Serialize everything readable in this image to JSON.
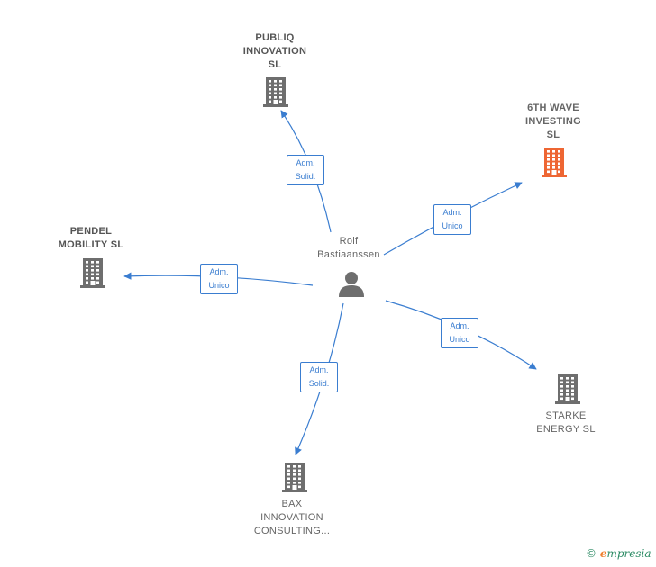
{
  "colors": {
    "edge": "#3a7dd0",
    "company": "#6e6e6e",
    "company_accent": "#ee6633",
    "person": "#6e6e6e"
  },
  "person": {
    "name_lines": [
      "Rolf",
      "Bastiaanssen"
    ],
    "icon": "person-icon"
  },
  "companies": [
    {
      "id": "publiq",
      "name_lines": [
        "PUBLIQ",
        "INNOVATION",
        "SL"
      ],
      "accent": false,
      "icon": "building-icon"
    },
    {
      "id": "sixthwave",
      "name_lines": [
        "6TH WAVE",
        "INVESTING",
        "SL"
      ],
      "accent": true,
      "icon": "building-icon"
    },
    {
      "id": "pendel",
      "name_lines": [
        "PENDEL",
        "MOBILITY  SL"
      ],
      "accent": false,
      "icon": "building-icon"
    },
    {
      "id": "starke",
      "name_lines": [
        "STARKE",
        "ENERGY  SL"
      ],
      "accent": false,
      "icon": "building-icon"
    },
    {
      "id": "bax",
      "name_lines": [
        "BAX",
        "INNOVATION",
        "CONSULTING..."
      ],
      "accent": false,
      "icon": "building-icon"
    }
  ],
  "relations": [
    {
      "to": "publiq",
      "label_lines": [
        "Adm.",
        "Solid."
      ]
    },
    {
      "to": "sixthwave",
      "label_lines": [
        "Adm.",
        "Unico"
      ]
    },
    {
      "to": "pendel",
      "label_lines": [
        "Adm.",
        "Unico"
      ]
    },
    {
      "to": "starke",
      "label_lines": [
        "Adm.",
        "Unico"
      ]
    },
    {
      "to": "bax",
      "label_lines": [
        "Adm.",
        "Solid."
      ]
    }
  ],
  "brand": {
    "copyright": "©",
    "initial": "e",
    "rest": "mpresia"
  }
}
